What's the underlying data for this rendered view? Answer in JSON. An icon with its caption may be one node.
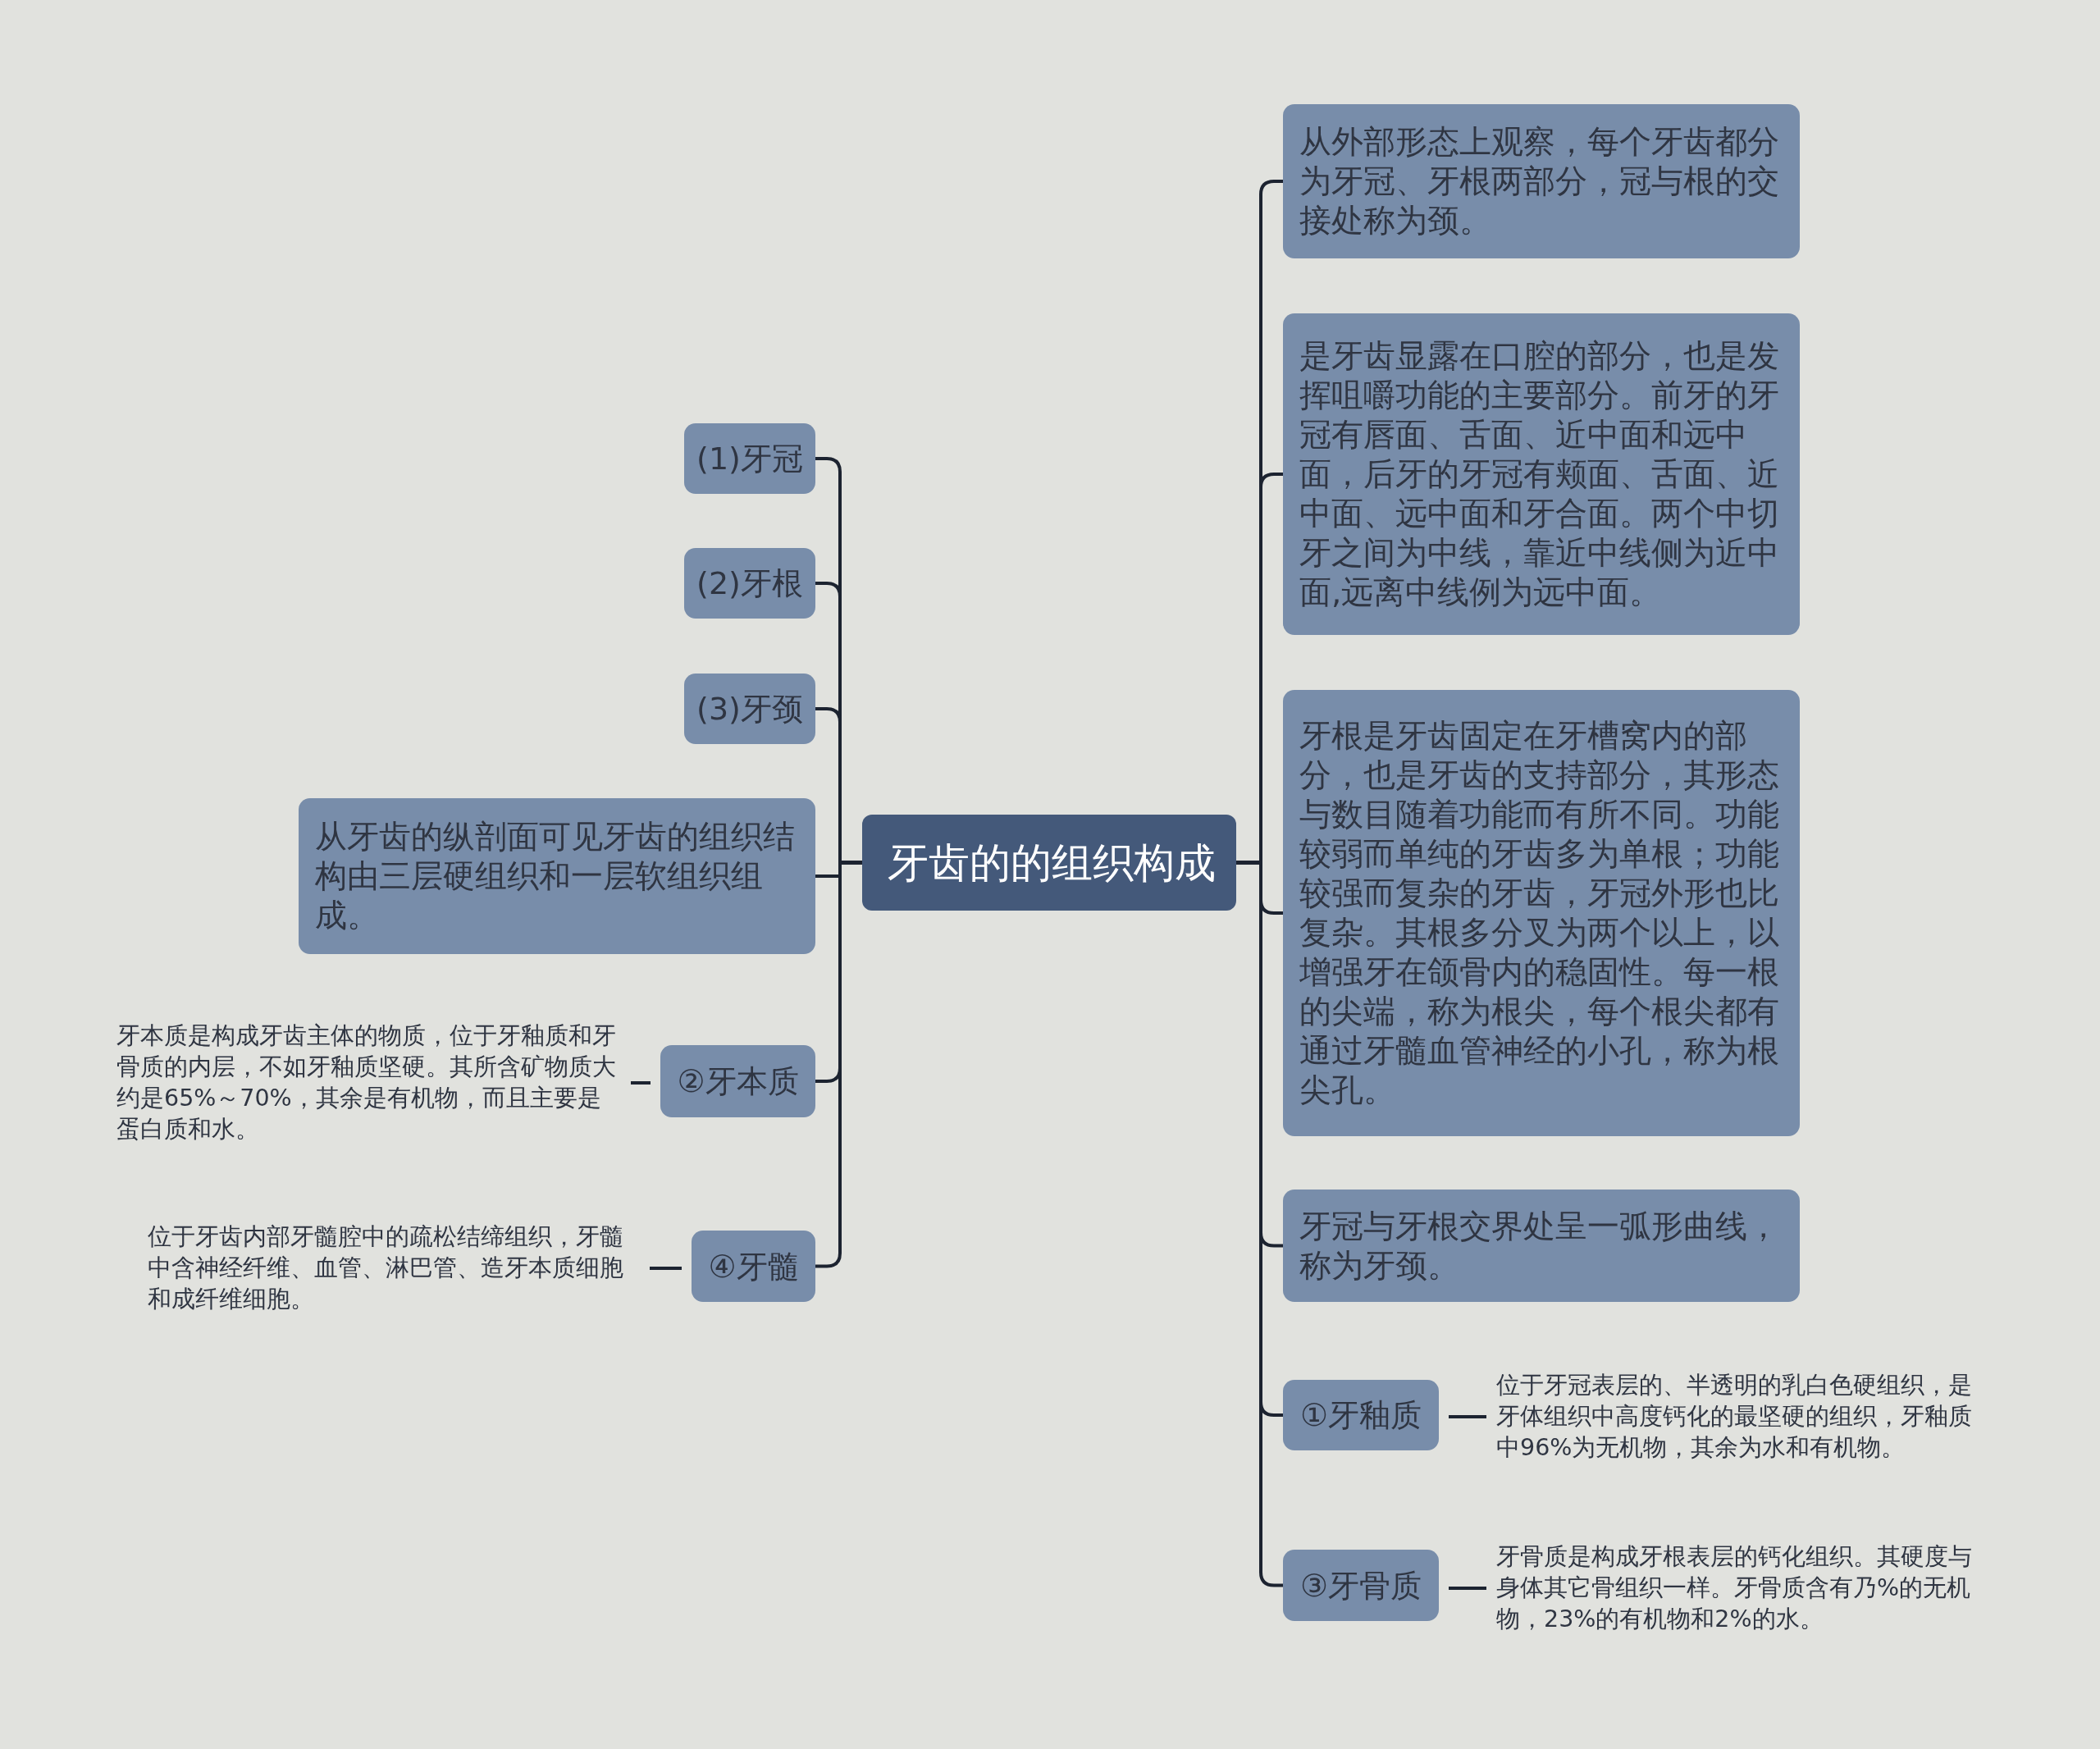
{
  "diagram": {
    "nodes": [
      {
        "text": [
          "牙齿的的组织构成"
        ]
      },
      {
        "text": [
          "(1)牙冠"
        ]
      },
      {
        "text": [
          "(2)牙根"
        ]
      },
      {
        "text": [
          "(3)牙颈"
        ]
      },
      {
        "text": [
          "从牙齿的纵剖面可见牙齿的组织结构由三层硬组织和一层软组织组成。"
        ]
      },
      {
        "text": [
          "②牙本质"
        ]
      },
      {
        "text": [
          "牙本质是构成牙齿主体的物质，位于牙釉质和牙骨质的内层，不如牙釉质坚硬。其所含矿物质大约是65%～70%，其余是有机物，而且主要是蛋白质和水。"
        ]
      },
      {
        "text": [
          "④牙髓"
        ]
      },
      {
        "text": [
          "位于牙齿内部牙髓腔中的疏松结缔组织，牙髓中含神经纤维、血管、淋巴管、造牙本质细胞和成纤维细胞。"
        ]
      },
      {
        "text": [
          "从外部形态上观察，每个牙齿都分为牙冠、牙根两部分，冠与根的交接处称为颈。"
        ]
      },
      {
        "text": [
          "是牙齿显露在口腔的部分，也是发挥咀嚼功能的主要部分。前牙的牙冠有唇面、舌面、近中面和远中面，后牙的牙冠有颊面、舌面、近中面、远中面和牙合面。两个中切牙之间为中线，靠近中线侧为近中面,远离中线例为远中面。"
        ]
      },
      {
        "text": [
          "牙根是牙齿固定在牙槽窝内的部分，也是牙齿的支持部分，其形态与数目随着功能而有所不同。功能较弱而单纯的牙齿多为单根；功能较强而复杂的牙齿，牙冠外形也比复杂。其根多分叉为两个以上，以增强牙在颌骨内的稳固性。每一根的尖端，称为根尖，每个根尖都有通过牙髓血管神经的小孔，称为根尖孔。"
        ]
      },
      {
        "text": [
          "牙冠与牙根交界处呈一弧形曲线，称为牙颈。"
        ]
      },
      {
        "text": [
          "①牙釉质"
        ]
      },
      {
        "text": [
          "位于牙冠表层的、半透明的乳白色硬组织，是牙体组织中高度钙化的最坚硬的组织，牙釉质中96%为无机物，其余为水和有机物。"
        ]
      },
      {
        "text": [
          "③牙骨质"
        ]
      },
      {
        "text": [
          "牙骨质是构成牙根表层的钙化组织。其硬度与身体其它骨组织一样。牙骨质含有乃%的无机物，23%的有机物和2%的水。"
        ]
      }
    ],
    "edges": [
      {
        "from": 0,
        "to": 1,
        "arrow": "none"
      },
      {
        "from": 0,
        "to": 2,
        "arrow": "none"
      },
      {
        "from": 0,
        "to": 3,
        "arrow": "none"
      },
      {
        "from": 0,
        "to": 4,
        "arrow": "none"
      },
      {
        "from": 0,
        "to": 5,
        "arrow": "none"
      },
      {
        "from": 5,
        "to": 6,
        "arrow": "none"
      },
      {
        "from": 0,
        "to": 7,
        "arrow": "none"
      },
      {
        "from": 7,
        "to": 8,
        "arrow": "none"
      },
      {
        "from": 0,
        "to": 9,
        "arrow": "none"
      },
      {
        "from": 0,
        "to": 10,
        "arrow": "none"
      },
      {
        "from": 0,
        "to": 11,
        "arrow": "none"
      },
      {
        "from": 0,
        "to": 12,
        "arrow": "none"
      },
      {
        "from": 0,
        "to": 13,
        "arrow": "none"
      },
      {
        "from": 13,
        "to": 14,
        "arrow": "none"
      },
      {
        "from": 0,
        "to": 15,
        "arrow": "none"
      },
      {
        "from": 15,
        "to": 16,
        "arrow": "none"
      }
    ]
  }
}
